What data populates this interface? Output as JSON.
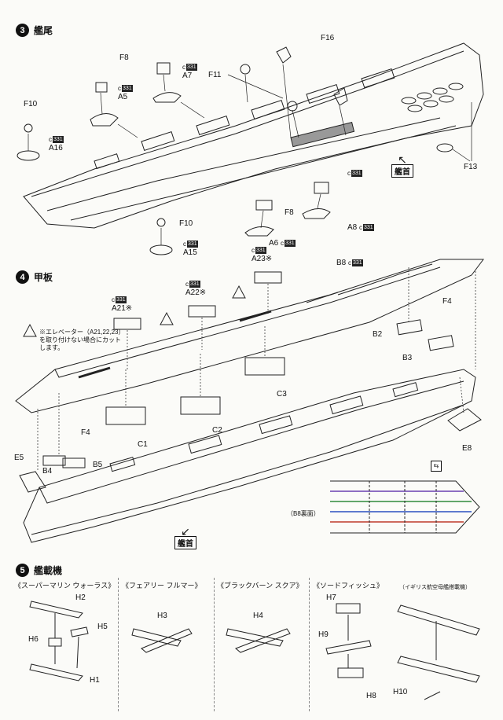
{
  "steps": {
    "s3": {
      "num": "3",
      "title": "艦尾"
    },
    "s4": {
      "num": "4",
      "title": "甲板"
    },
    "s5": {
      "num": "5",
      "title": "艦載機"
    }
  },
  "badge_text": "331",
  "badge_prefix": "c",
  "labels3": {
    "F8a": "F8",
    "F10a": "F10",
    "A16": "A16",
    "A5": "A5",
    "A7": "A7",
    "F11": "F11",
    "F16": "F16",
    "F13": "F13",
    "F8b": "F8",
    "A8": "A8",
    "F10b": "F10",
    "A15": "A15",
    "A6": "A6",
    "A23": "A23※"
  },
  "labels4": {
    "A21": "A21※",
    "A22": "A22※",
    "B8": "B8",
    "F4a": "F4",
    "B2": "B2",
    "B3": "B3",
    "C1": "C1",
    "C2": "C2",
    "C3": "C3",
    "F4b": "F4",
    "B4": "B4",
    "B5": "B5",
    "E5": "E5",
    "E8": "E8",
    "B8rev": "（B8裏面）"
  },
  "caution": "※エレベーター（A21,22,23）を取り付けない場合にカットします。",
  "bow_label": "艦首",
  "aircraft": [
    {
      "title": "《スーパーマリン ウォーラス》",
      "parts": [
        "H2",
        "H5",
        "H6",
        "H1"
      ]
    },
    {
      "title": "《フェアリー フルマー》",
      "parts": [
        "H3"
      ]
    },
    {
      "title": "《ブラックバーン スクア》",
      "parts": [
        "H4"
      ]
    },
    {
      "title": "《ソードフィッシュ》",
      "parts": [
        "H7",
        "H9",
        "H8",
        "H10"
      ]
    }
  ],
  "carrier_note": "（イギリス航空母艦搭載機）",
  "colors": {
    "line": "#222222",
    "purple": "#6a3fb0",
    "green": "#2e8a3a",
    "blue": "#2a4fc0",
    "red": "#c03a2a"
  }
}
